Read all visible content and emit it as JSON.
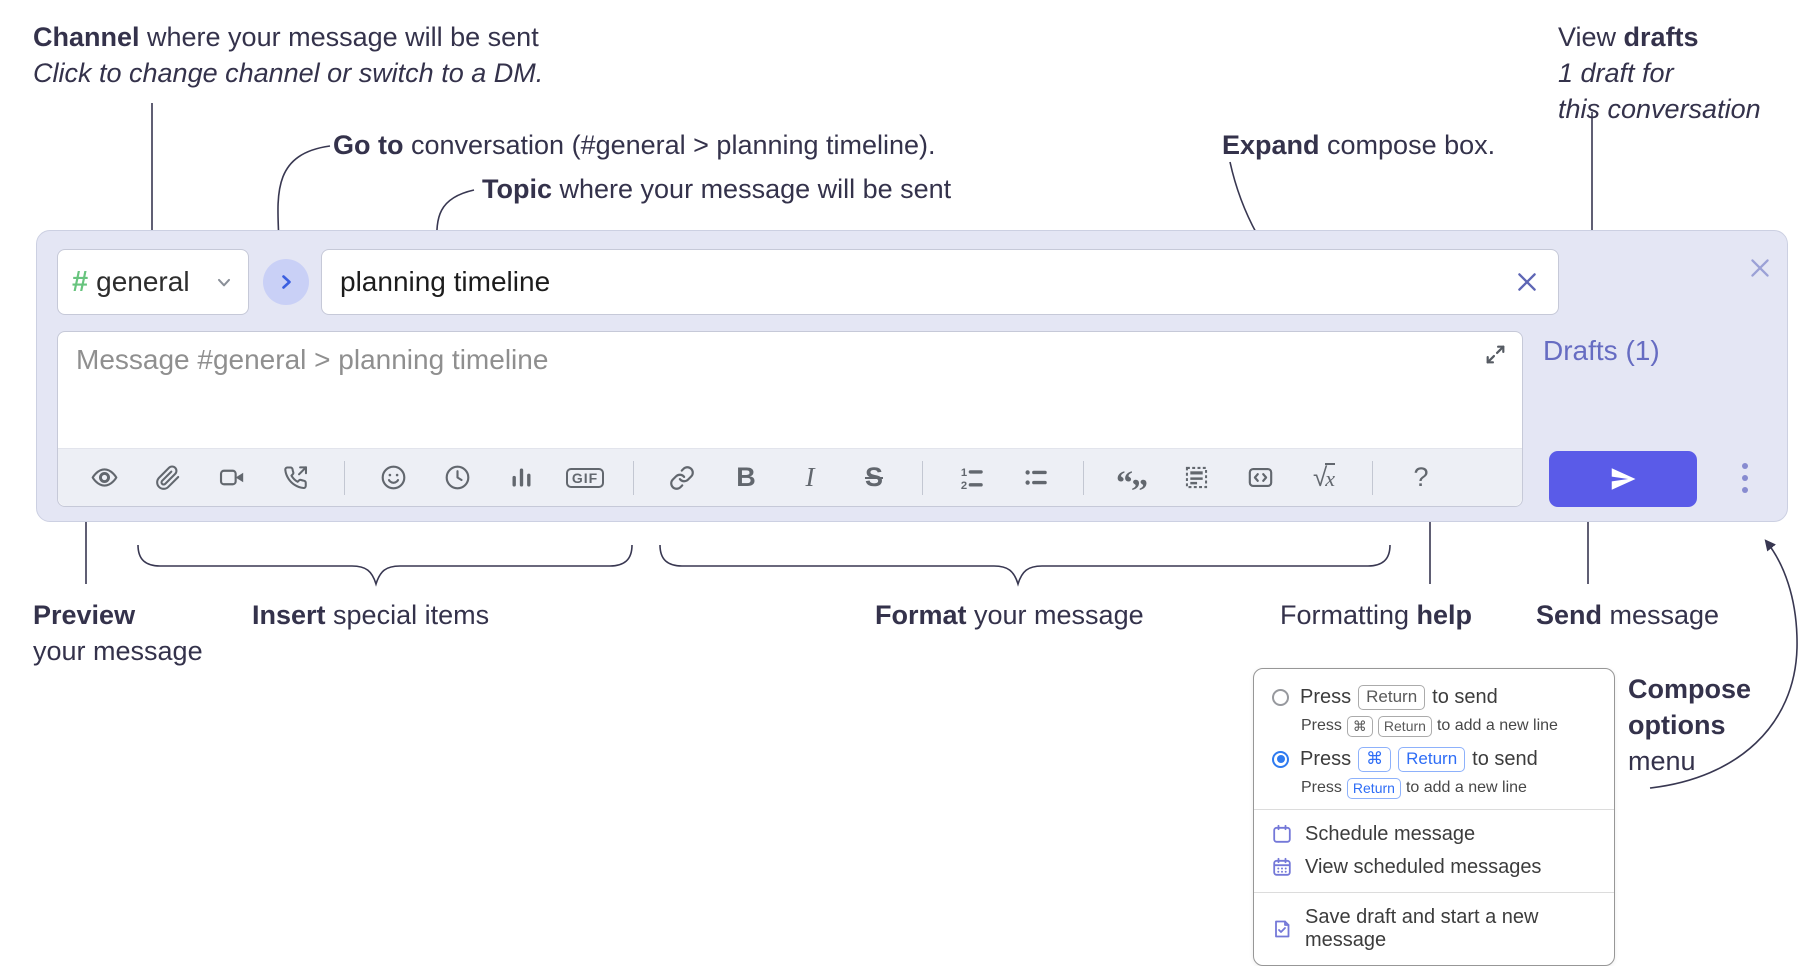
{
  "colors": {
    "send_button": "#5a5be8",
    "compose_background": "#e4e6f4",
    "drafts_link": "#666cc2",
    "channel_hash": "#68c47e",
    "selected_radio": "#2f7bf0",
    "menu_icon_purple": "#7478d8",
    "annotation_text": "#34324b",
    "toolbar_icon": "#62676e"
  },
  "annotations": {
    "channel": {
      "bold": "Channel",
      "rest": " where your message will be sent",
      "sub": "Click to change channel or switch to a DM."
    },
    "goto": {
      "bold": "Go to",
      "rest": " conversation (#general > planning timeline)."
    },
    "topic": {
      "bold": "Topic",
      "rest": " where your message will be sent"
    },
    "expand": {
      "bold": "Expand",
      "rest": " compose box."
    },
    "drafts": {
      "pre": "View ",
      "bold": "drafts",
      "line2": "1 draft for",
      "line3": "this conversation"
    },
    "preview": {
      "bold": "Preview",
      "line2": "your message"
    },
    "insert": {
      "bold": "Insert",
      "rest": " special items"
    },
    "format": {
      "bold": "Format",
      "rest": " your message"
    },
    "help": {
      "pre": "Formatting ",
      "bold": "help"
    },
    "send": {
      "bold": "Send",
      "rest": " message"
    },
    "compose_menu": {
      "bold1": "Compose",
      "bold2": "options",
      "line3": "menu"
    }
  },
  "compose_box": {
    "channel_selector": {
      "hash": "#",
      "label": "general"
    },
    "topic_input": {
      "value": "planning timeline"
    },
    "message_input": {
      "placeholder": "Message #general > planning timeline"
    },
    "drafts_link": "Drafts (1)",
    "toolbar": {
      "groups": [
        [
          "eye-icon",
          "paperclip-icon",
          "video-call-icon",
          "audio-call-icon"
        ],
        [
          "emoji-icon",
          "time-icon",
          "poll-icon",
          "gif-icon"
        ],
        [
          "link-icon",
          "bold-icon",
          "italic-icon",
          "strikethrough-icon"
        ],
        [
          "numbered-list-icon",
          "bulleted-list-icon"
        ],
        [
          "quote-icon",
          "spoiler-icon",
          "code-icon",
          "math-icon"
        ],
        [
          "help-icon"
        ]
      ],
      "glyphs": {
        "bold": "B",
        "italic": "I",
        "strike": "S",
        "gif": "GIF",
        "quote_open": "“",
        "quote_close": "”",
        "sqrt": "√",
        "x": "x",
        "help": "?",
        "num1": "1",
        "num2": "2"
      }
    }
  },
  "options_menu": {
    "option1": {
      "selected": false,
      "main_pre": "Press",
      "main_key": "Return",
      "main_post": "to send",
      "sub_pre": "Press",
      "sub_key1": "⌘",
      "sub_key2": "Return",
      "sub_post": "to add a new line"
    },
    "option2": {
      "selected": true,
      "main_pre": "Press",
      "main_key1": "⌘",
      "main_key2": "Return",
      "main_post": "to send",
      "sub_pre": "Press",
      "sub_key": "Return",
      "sub_post": "to add a new line"
    },
    "items": [
      {
        "icon": "calendar-icon",
        "label": "Schedule message"
      },
      {
        "icon": "calendar-days-icon",
        "label": "View scheduled messages"
      },
      {
        "icon": "save-draft-icon",
        "label": "Save draft and start a new message"
      }
    ]
  }
}
